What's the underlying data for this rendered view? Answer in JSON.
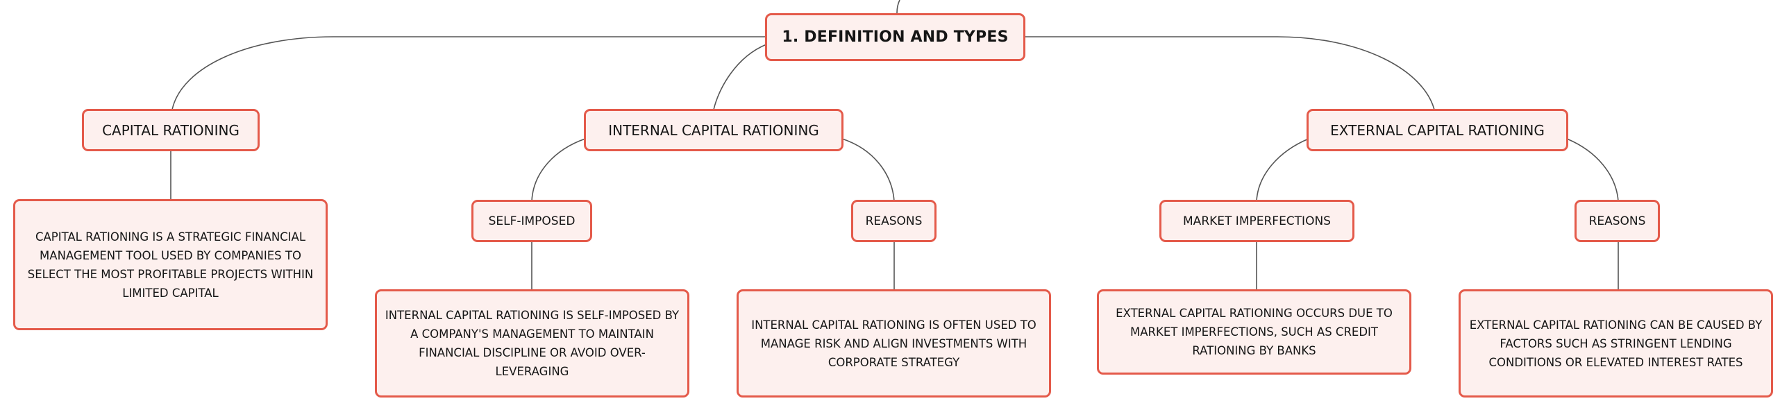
{
  "mindmap": {
    "root": "1. DEFINITION AND TYPES",
    "branches": [
      {
        "label": "CAPITAL RATIONING",
        "description": "CAPITAL RATIONING IS A STRATEGIC FINANCIAL MANAGEMENT TOOL USED BY COMPANIES TO SELECT THE MOST PROFITABLE PROJECTS WITHIN LIMITED CAPITAL"
      },
      {
        "label": "INTERNAL CAPITAL RATIONING",
        "children": [
          {
            "label": "SELF-IMPOSED",
            "description": "INTERNAL CAPITAL RATIONING IS SELF-IMPOSED BY A COMPANY'S MANAGEMENT TO MAINTAIN FINANCIAL DISCIPLINE OR AVOID OVER-LEVERAGING"
          },
          {
            "label": "REASONS",
            "description": "INTERNAL CAPITAL RATIONING IS OFTEN USED TO MANAGE RISK AND ALIGN INVESTMENTS WITH CORPORATE STRATEGY"
          }
        ]
      },
      {
        "label": "EXTERNAL CAPITAL RATIONING",
        "children": [
          {
            "label": "MARKET IMPERFECTIONS",
            "description": "EXTERNAL CAPITAL RATIONING OCCURS DUE TO MARKET IMPERFECTIONS, SUCH AS CREDIT RATIONING BY BANKS"
          },
          {
            "label": "REASONS",
            "description": "EXTERNAL CAPITAL RATIONING CAN BE CAUSED BY FACTORS SUCH AS STRINGENT LENDING CONDITIONS OR ELEVATED INTEREST RATES"
          }
        ]
      }
    ]
  },
  "colors": {
    "node_border": "#e45a4a",
    "node_fill": "#fdf0ee",
    "connector": "#555555",
    "text": "#151515"
  }
}
